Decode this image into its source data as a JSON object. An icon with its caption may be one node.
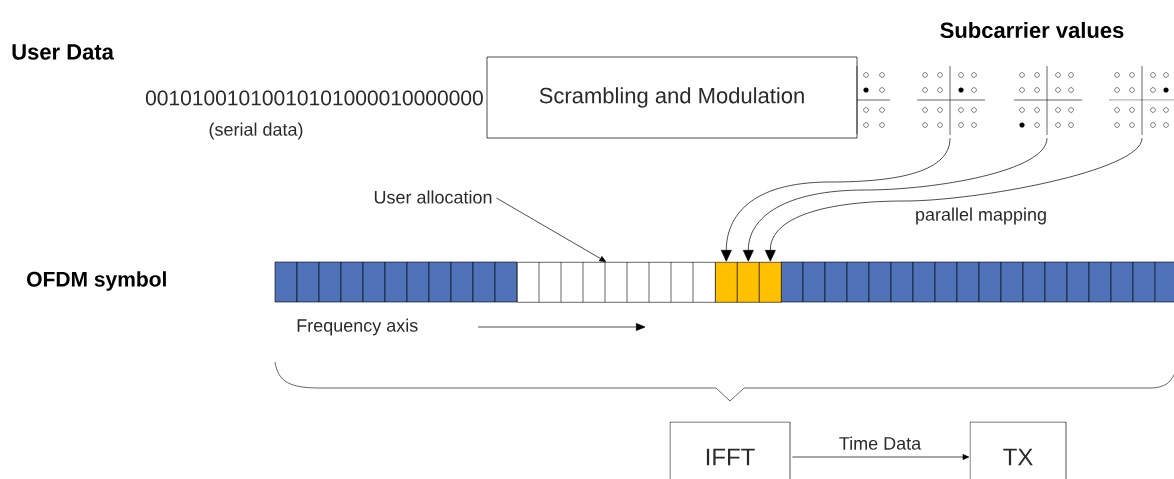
{
  "diagram": {
    "nodes": [
      {
        "text": [
          "Scrambling and Modulation"
        ]
      },
      {
        "text": [],
        "shape": "picture"
      },
      {
        "text": [],
        "shape": "picture"
      },
      {
        "text": [],
        "shape": "picture"
      },
      {
        "text": [],
        "shape": "picture"
      },
      {
        "text": [
          "User allocation"
        ]
      },
      {
        "text": [],
        "shape": "box"
      },
      {
        "text": [],
        "shape": "box"
      },
      {
        "text": [],
        "shape": "box"
      },
      {
        "text": [
          "IFFT"
        ]
      },
      {
        "text": [
          "TX"
        ]
      },
      {
        "text": [],
        "shape": "bar"
      }
    ],
    "edges": [
      {
        "from": 2,
        "to": 6,
        "arrow": "to"
      },
      {
        "from": 3,
        "to": 7,
        "arrow": "to"
      },
      {
        "from": 4,
        "to": 8,
        "arrow": "to"
      },
      {
        "from": 5,
        "to": 11,
        "arrow": "to"
      },
      {
        "from": 9,
        "to": 10,
        "arrow": "to",
        "label": "Time Data"
      }
    ],
    "labels": [
      "Subcarrier values",
      "User Data",
      "00101001010010101000010000000",
      "(serial data)",
      "parallel mapping",
      "OFDM symbol",
      "Frequency axis"
    ]
  }
}
